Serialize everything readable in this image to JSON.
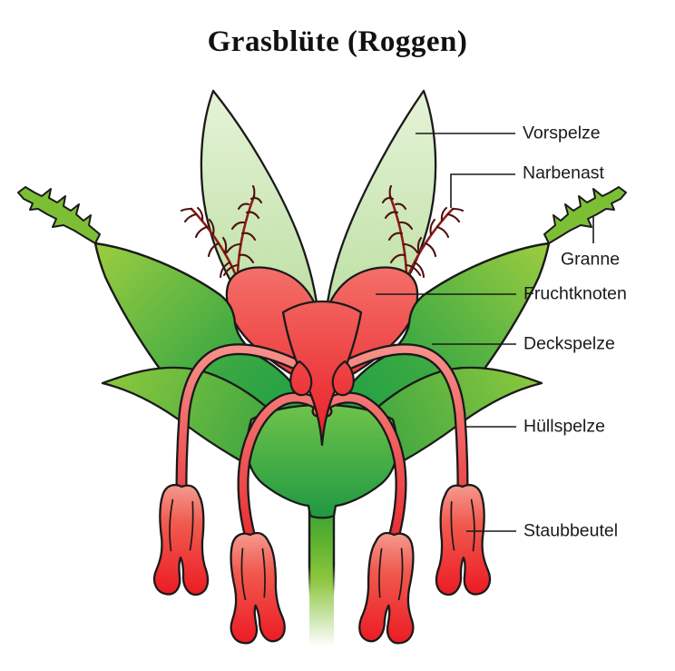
{
  "title": "Grasblüte (Roggen)",
  "labels": {
    "vorspelze": "Vorspelze",
    "narbenast": "Narbenast",
    "granne": "Granne",
    "fruchtknoten": "Fruchtknoten",
    "deckspelze": "Deckspelze",
    "huellspelze": "Hüllspelze",
    "staubbeutel": "Staubbeutel"
  },
  "colors": {
    "outline": "#1a1a1a",
    "red": "#ec1c24",
    "red_light": "#f5908a",
    "green_dark": "#109b45",
    "green_light": "#8dc63f",
    "green_pale": "#cde8b5",
    "stigma_maroon": "#8e1a17",
    "background": "#ffffff"
  }
}
